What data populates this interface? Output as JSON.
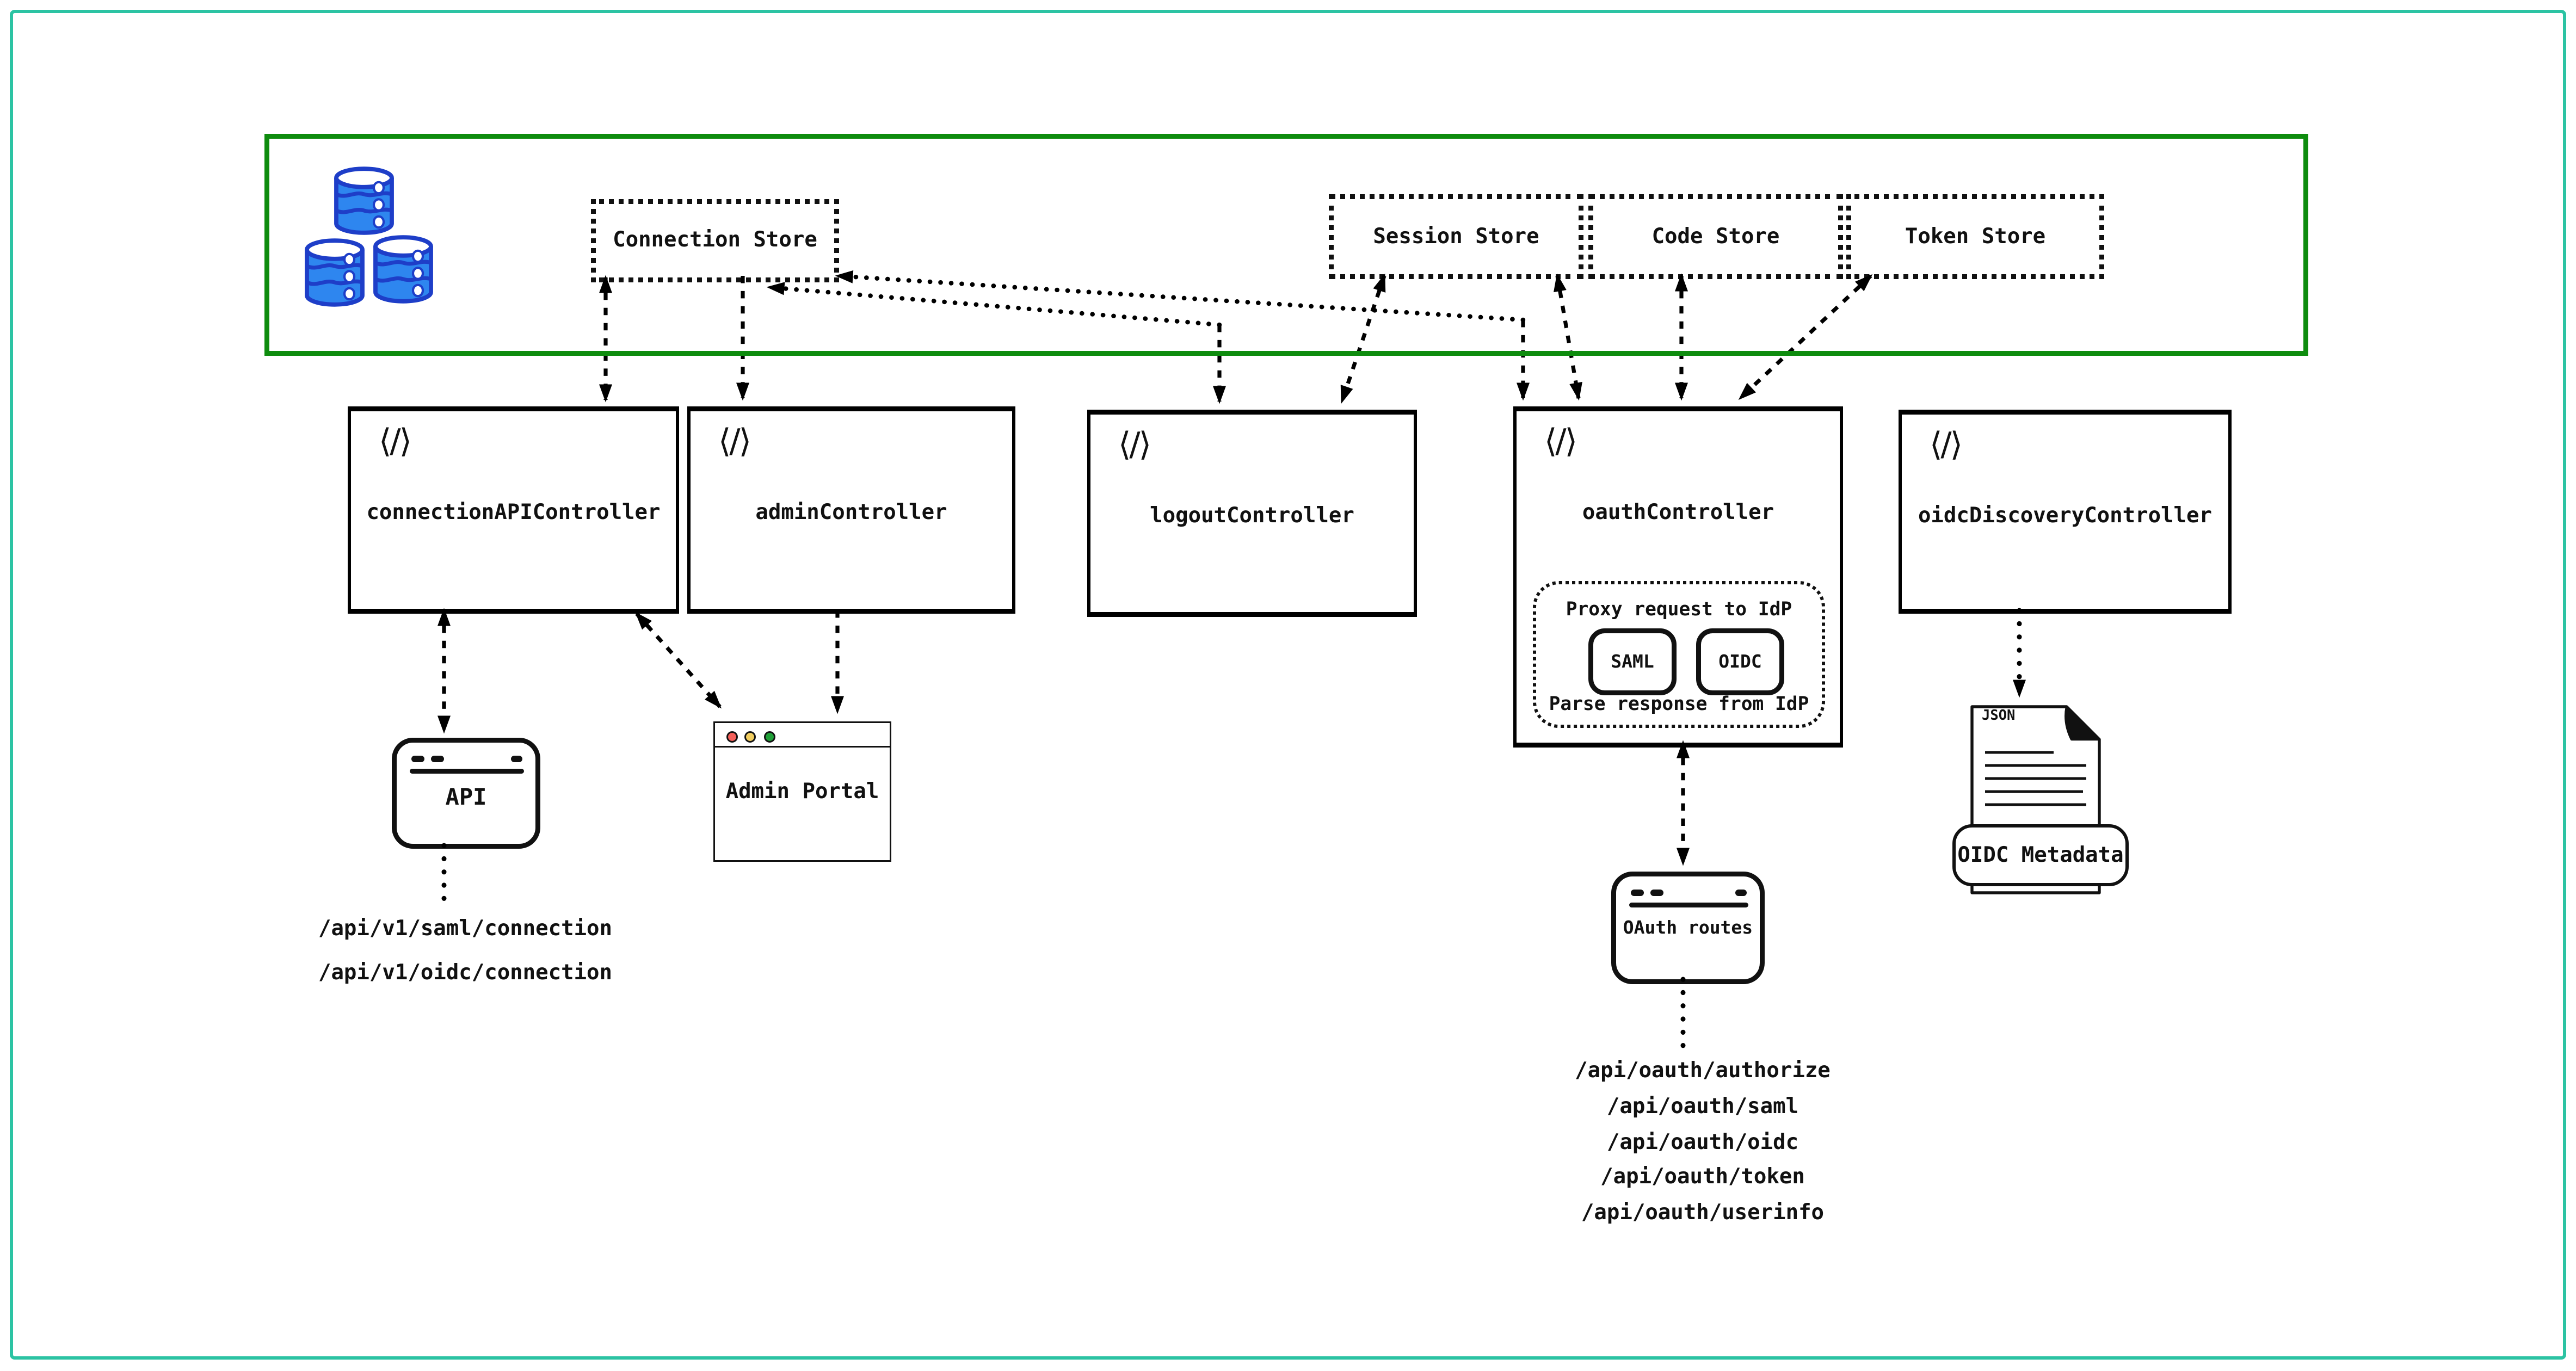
{
  "colors": {
    "page_border": "#2cc3a3",
    "store_zone_border": "#0e8c0e",
    "diagram_ink": "#111111",
    "database_fill": "#2e86ef",
    "database_stroke": "#1e3ec8",
    "traffic_red": "#f4605a",
    "traffic_yellow": "#f2ce60",
    "traffic_green": "#21a038"
  },
  "icons": {
    "code_glyph": "⟨/⟩"
  },
  "store_zone": {
    "stores": [
      {
        "label": "Connection Store"
      },
      {
        "label": "Session Store"
      },
      {
        "label": "Code Store"
      },
      {
        "label": "Token Store"
      }
    ]
  },
  "controllers": [
    {
      "label": "connectionAPIController"
    },
    {
      "label": "adminController"
    },
    {
      "label": "logoutController"
    },
    {
      "label": "oauthController"
    },
    {
      "label": "oidcDiscoveryController"
    }
  ],
  "oauth_proxy": {
    "title": "Proxy request to IdP",
    "saml": "SAML",
    "oidc": "OIDC",
    "footer": "Parse response from IdP"
  },
  "clients": {
    "api_window": {
      "label": "API"
    },
    "admin_portal": {
      "label": "Admin Portal"
    },
    "oauth_routes": {
      "label": "OAuth routes"
    }
  },
  "document": {
    "file_type": "JSON",
    "banner": "OIDC Metadata"
  },
  "endpoints": {
    "connection": [
      "/api/v1/saml/connection",
      "/api/v1/oidc/connection"
    ],
    "oauth": [
      "/api/oauth/authorize",
      "/api/oauth/saml",
      "/api/oauth/oidc",
      "/api/oauth/token",
      "/api/oauth/userinfo"
    ]
  }
}
